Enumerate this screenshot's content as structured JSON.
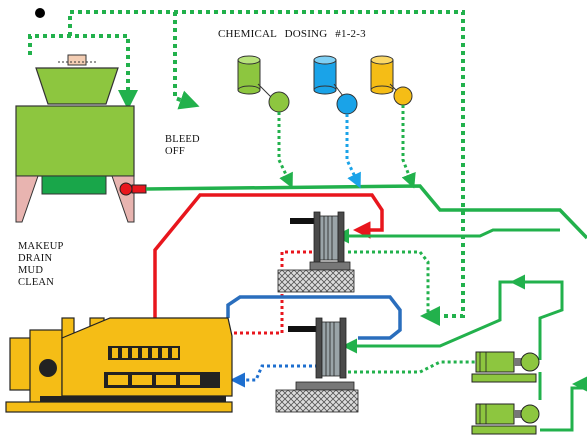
{
  "labels": {
    "chemical_dosing": "CHEMICAL  DOSING #1-2-3",
    "bleed_line1": "BLEED",
    "bleed_line2": "OFF",
    "makeup_lines": [
      "MAKEUP",
      "DRAIN",
      "MUD",
      "CLEAN"
    ]
  },
  "colors": {
    "cooling_water": "#22b14c",
    "hot_line": "#e8161d",
    "cold_line": "#2a6ebd",
    "tower_fill": "#8dc63f",
    "tower_legs": "#e8b4b0",
    "engine": "#f5bd16",
    "tank1": "#8dc63f",
    "tank2": "#1aa3e8",
    "tank3": "#f5bd16"
  },
  "icons": {
    "tower": "cooling-tower-icon",
    "tanks": [
      "chemical-tank-1-icon",
      "chemical-tank-2-icon",
      "chemical-tank-3-icon"
    ],
    "engine": "diesel-engine-icon",
    "exchangers": [
      "heat-exchanger-top-icon",
      "heat-exchanger-bottom-icon"
    ],
    "pumps": [
      "pump-upper-icon",
      "pump-lower-icon"
    ]
  }
}
